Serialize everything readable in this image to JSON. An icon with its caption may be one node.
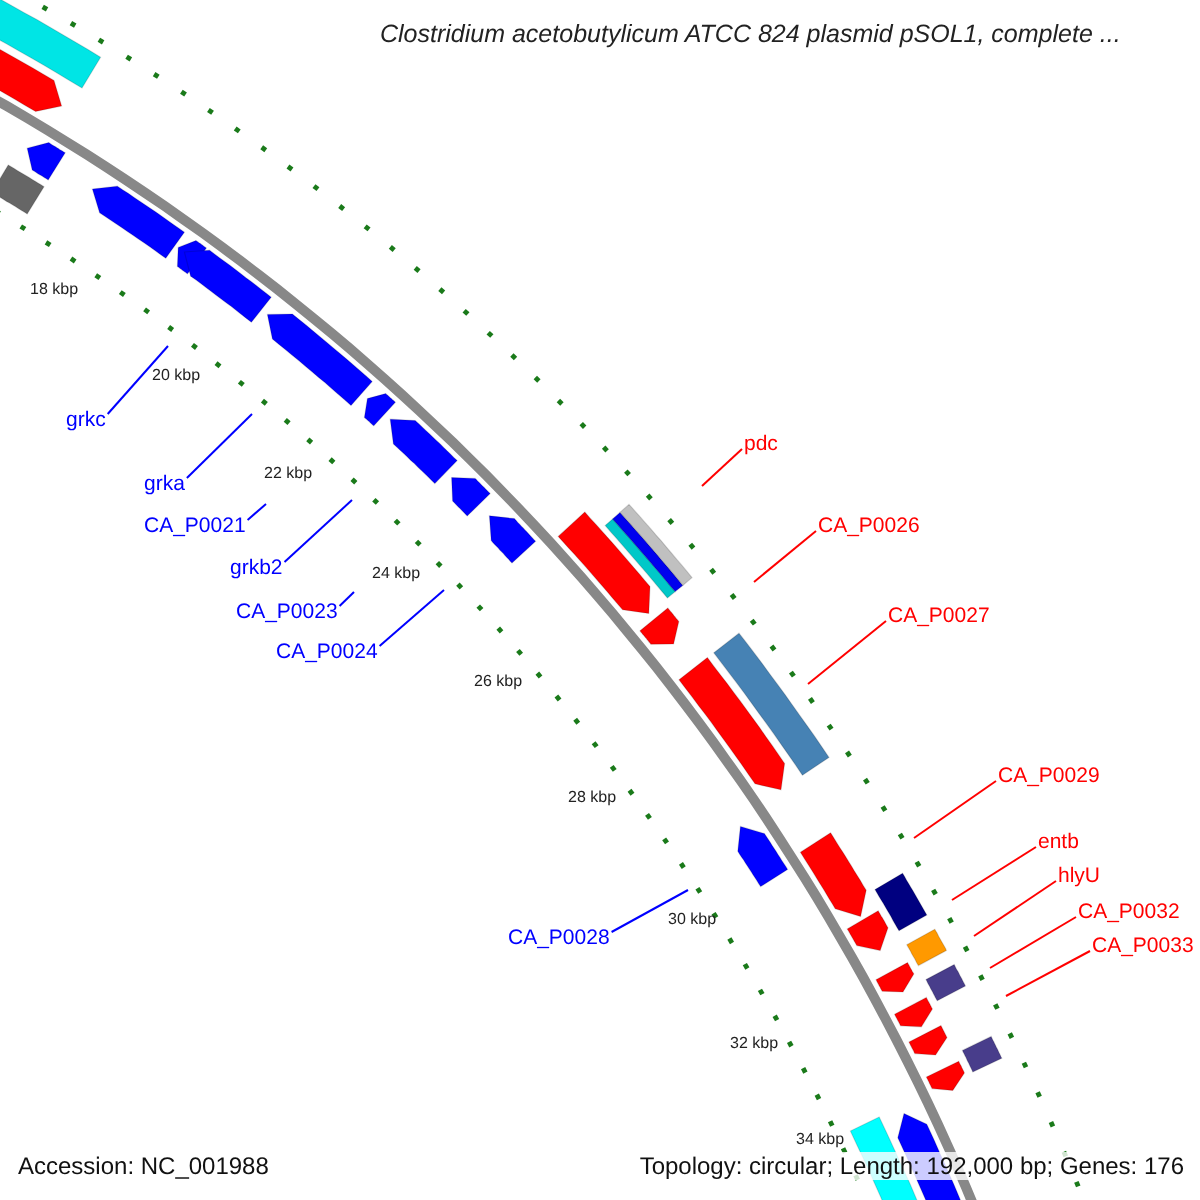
{
  "diagram": {
    "title": "Clostridium acetobutylicum ATCC 824 plasmid pSOL1, complete ...",
    "nodes": [
      {
        "text": [
          "grkc"
        ]
      },
      {
        "text": [
          "grka"
        ]
      },
      {
        "text": [
          "CA_P0021"
        ]
      },
      {
        "text": [
          "grkb2"
        ]
      },
      {
        "text": [
          "CA_P0023"
        ]
      },
      {
        "text": [
          "CA_P0024"
        ]
      },
      {
        "text": [
          "pdc"
        ]
      },
      {
        "text": [
          "CA_P0026"
        ]
      },
      {
        "text": [
          "CA_P0027"
        ]
      },
      {
        "text": [
          "CA_P0028"
        ]
      },
      {
        "text": [
          "CA_P0029"
        ]
      },
      {
        "text": [
          "entb"
        ]
      },
      {
        "text": [
          "hlyU"
        ]
      },
      {
        "text": [
          "CA_P0032"
        ]
      },
      {
        "text": [
          "CA_P0033"
        ]
      }
    ],
    "edges": [
      {
        "from": 0,
        "to": null,
        "arrow": "none",
        "color": "#0000ff"
      },
      {
        "from": 1,
        "to": null,
        "arrow": "none",
        "color": "#0000ff"
      },
      {
        "from": 2,
        "to": null,
        "arrow": "none",
        "color": "#0000ff"
      },
      {
        "from": 3,
        "to": null,
        "arrow": "none",
        "color": "#0000ff"
      },
      {
        "from": 4,
        "to": null,
        "arrow": "none",
        "color": "#0000ff"
      },
      {
        "from": 5,
        "to": null,
        "arrow": "none",
        "color": "#0000ff"
      },
      {
        "from": 6,
        "to": null,
        "arrow": "none"
      },
      {
        "from": 7,
        "to": null,
        "arrow": "none"
      },
      {
        "from": 8,
        "to": null,
        "arrow": "none"
      },
      {
        "from": 9,
        "to": null,
        "arrow": "none",
        "color": "#0000ff"
      },
      {
        "from": 10,
        "to": null,
        "arrow": "none"
      },
      {
        "from": 11,
        "to": null,
        "arrow": "none"
      },
      {
        "from": 12,
        "to": null,
        "arrow": "none"
      },
      {
        "from": 13,
        "to": null,
        "arrow": "none"
      },
      {
        "from": 14,
        "to": null,
        "arrow": "none"
      }
    ],
    "labels": [
      "18 kbp",
      "20 kbp",
      "22 kbp",
      "24 kbp",
      "26 kbp",
      "28 kbp",
      "30 kbp",
      "32 kbp",
      "34 kbp",
      "Accession: NC_001988",
      "Topology: circular; Length: 192,000 bp; Genes: 176"
    ]
  }
}
